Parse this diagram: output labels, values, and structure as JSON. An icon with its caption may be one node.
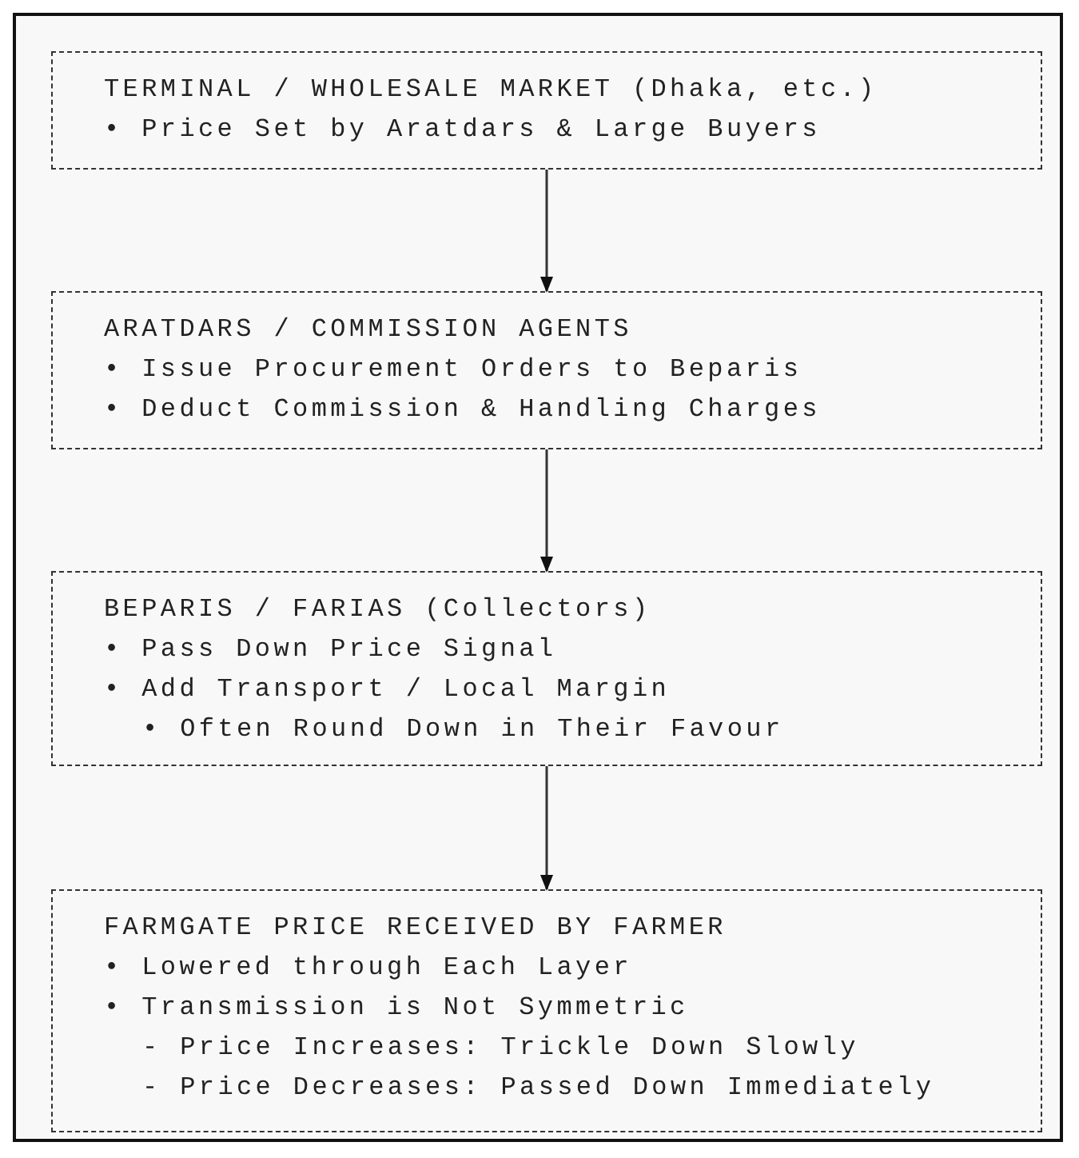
{
  "diagram": {
    "nodes": [
      {
        "text": [
          "TERMINAL / WHOLESALE MARKET (Dhaka, etc.)",
          "• Price Set by Aratdars & Large Buyers"
        ]
      },
      {
        "text": [
          "ARATDARS / COMMISSION AGENTS",
          "• Issue Procurement Orders to Beparis",
          "• Deduct Commission & Handling Charges"
        ]
      },
      {
        "text": [
          "BEPARIS / FARIAS (Collectors)",
          "• Pass Down Price Signal",
          "• Add Transport / Local Margin",
          "• Often Round Down in Their Favour"
        ]
      },
      {
        "text": [
          "FARMGATE PRICE RECEIVED BY FARMER",
          "• Lowered through Each Layer",
          "• Transmission is Not Symmetric",
          "- Price Increases: Trickle Down Slowly",
          "- Price Decreases: Passed Down Immediately"
        ]
      }
    ],
    "edges": [
      {
        "from": 0,
        "to": 1,
        "arrow": "to"
      },
      {
        "from": 1,
        "to": 2,
        "arrow": "to"
      },
      {
        "from": 2,
        "to": 3,
        "arrow": "to"
      }
    ]
  }
}
